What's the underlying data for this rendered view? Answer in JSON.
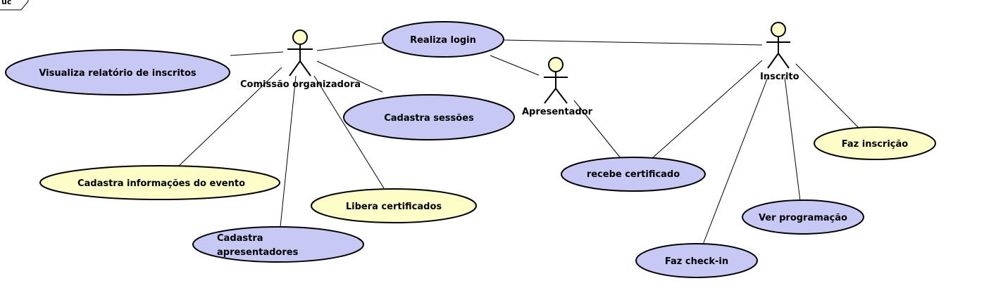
{
  "frame": {
    "label": "uc"
  },
  "colors": {
    "uc_blue": "#c8c8f5",
    "uc_yellow": "#fdfdc8",
    "actor_head": "#fdfdc8"
  },
  "actors": [
    {
      "id": "comissao",
      "label": "Comissão organizadora"
    },
    {
      "id": "apresentador",
      "label": "Apresentador"
    },
    {
      "id": "inscrito",
      "label": "Inscrito"
    }
  ],
  "use_cases": [
    {
      "id": "realiza-login",
      "lines": [
        "Realiza login"
      ]
    },
    {
      "id": "visualiza-relatorio",
      "lines": [
        "Visualiza relatório de inscritos"
      ]
    },
    {
      "id": "cadastra-sessoes",
      "lines": [
        "Cadastra sessões"
      ]
    },
    {
      "id": "cadastra-informacoes",
      "lines": [
        "Cadastra informações do evento"
      ]
    },
    {
      "id": "libera-certificados",
      "lines": [
        "Libera certificados"
      ]
    },
    {
      "id": "cadastra-apresentadores",
      "lines": [
        "Cadastra",
        "apresentadores"
      ]
    },
    {
      "id": "recebe-certificado",
      "lines": [
        "recebe certificado"
      ]
    },
    {
      "id": "faz-inscricao",
      "lines": [
        "Faz inscrição"
      ]
    },
    {
      "id": "ver-programacao",
      "lines": [
        "Ver programação"
      ]
    },
    {
      "id": "faz-check-in",
      "lines": [
        "Faz check-in"
      ]
    }
  ]
}
